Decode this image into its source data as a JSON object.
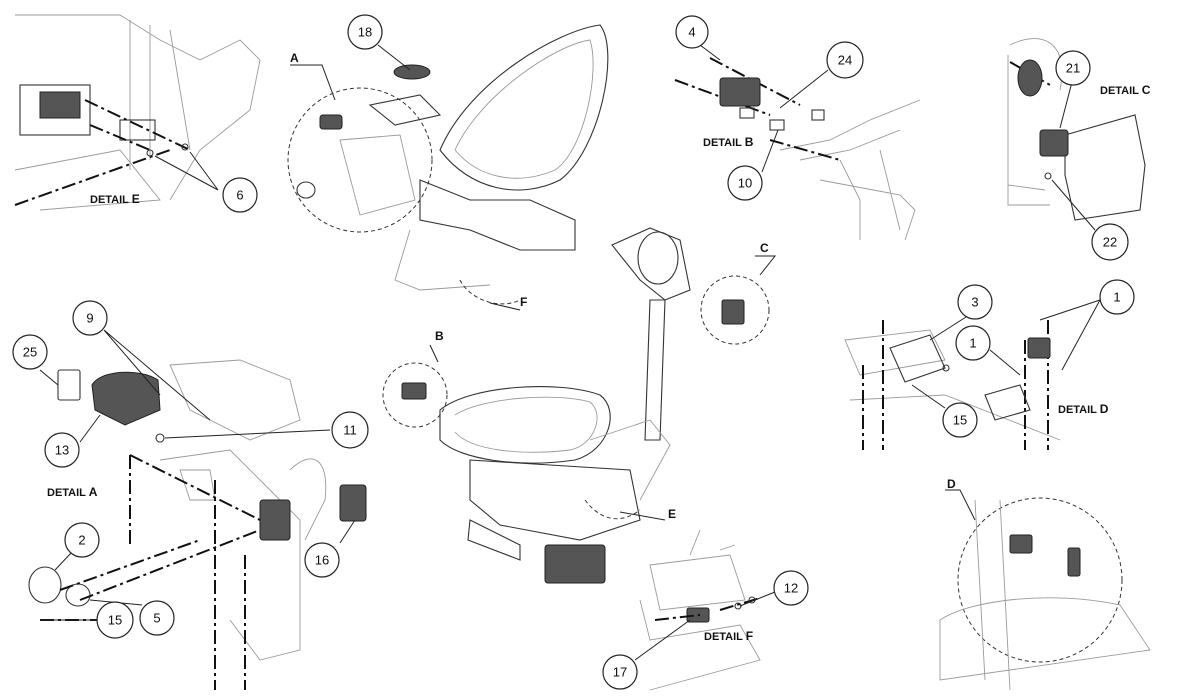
{
  "details": {
    "a": {
      "prefix": "DETAIL",
      "letter": "A"
    },
    "b": {
      "prefix": "DETAIL",
      "letter": "B"
    },
    "c": {
      "prefix": "DETAIL",
      "letter": "C"
    },
    "d": {
      "prefix": "DETAIL",
      "letter": "D"
    },
    "e": {
      "prefix": "DETAIL",
      "letter": "E"
    },
    "f": {
      "prefix": "DETAIL",
      "letter": "F"
    }
  },
  "refs": {
    "a": "A",
    "b": "B",
    "c": "C",
    "d": "D",
    "e": "E",
    "f": "F"
  },
  "callouts": {
    "c1": "1",
    "c1b": "1",
    "c2": "2",
    "c3": "3",
    "c4": "4",
    "c5": "5",
    "c6": "6",
    "c9": "9",
    "c10": "10",
    "c11": "11",
    "c12": "12",
    "c13": "13",
    "c15a": "15",
    "c15d": "15",
    "c16": "16",
    "c17": "17",
    "c18": "18",
    "c21": "21",
    "c22": "22",
    "c24": "24",
    "c25": "25"
  }
}
